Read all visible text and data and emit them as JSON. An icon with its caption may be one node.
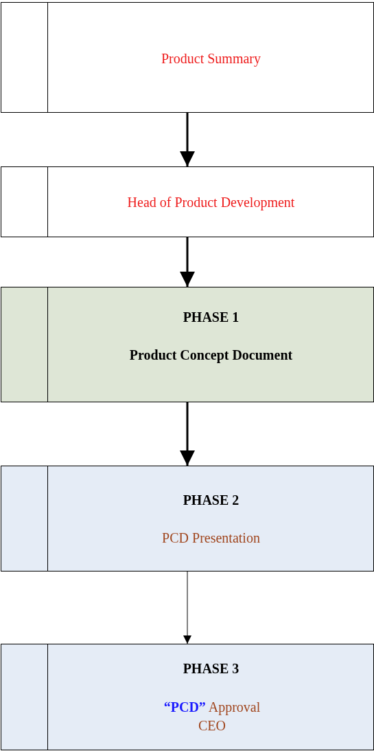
{
  "diagram": {
    "nodes": [
      {
        "text": [
          "Product Summary"
        ]
      },
      {
        "text": [
          "Head of Product Development"
        ]
      },
      {
        "text": [
          "PHASE 1",
          "Product Concept Document"
        ]
      },
      {
        "text": [
          "PHASE 2",
          "PCD Presentation"
        ]
      },
      {
        "text": [
          "PHASE 3",
          "**“PCD”** Approval CEO"
        ]
      }
    ],
    "edges": [
      {
        "from": 0,
        "to": 1,
        "arrow": "to"
      },
      {
        "from": 1,
        "to": 2,
        "arrow": "to"
      },
      {
        "from": 2,
        "to": 3,
        "arrow": "to"
      },
      {
        "from": 3,
        "to": 4,
        "arrow": "to"
      }
    ]
  }
}
